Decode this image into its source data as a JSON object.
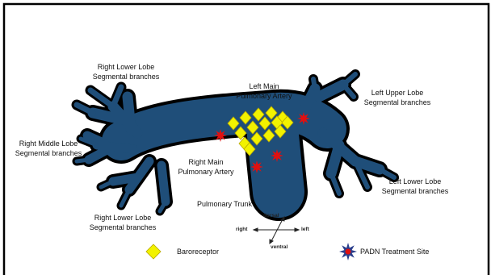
{
  "labels": {
    "right_lower_top": [
      "Right Lower Lobe",
      "Segmental branches"
    ],
    "left_main": [
      "Left Main",
      "Pulmonary Artery"
    ],
    "left_upper": [
      "Left Upper Lobe",
      "Segmental branches"
    ],
    "right_middle": [
      "Right Middle Lobe",
      "Segmental branches"
    ],
    "right_main": [
      "Right Main",
      "Pulmonary Artery"
    ],
    "left_lower": [
      "Left Lower Lobe",
      "Segmental branches"
    ],
    "pulmonary_trunk": "Pulmonary Trunk",
    "right_lower_bottom": [
      "Right Lower Lobe",
      "Segmental branches"
    ]
  },
  "compass": {
    "up": "dorsal",
    "down": "ventral",
    "left": "right",
    "right": "left"
  },
  "legend": {
    "baroreceptor": "Baroreceptor",
    "padn": "PADN Treatment Site"
  },
  "colors": {
    "vessel": "#1f4e79",
    "outline": "#000000",
    "baroreceptor": "#f2f200",
    "padn_star": "#e01010",
    "padn_legend_star": "#2a3e8c"
  },
  "icons": [
    "baroreceptor-diamond-icon",
    "padn-star-icon",
    "compass-arrows-icon"
  ]
}
